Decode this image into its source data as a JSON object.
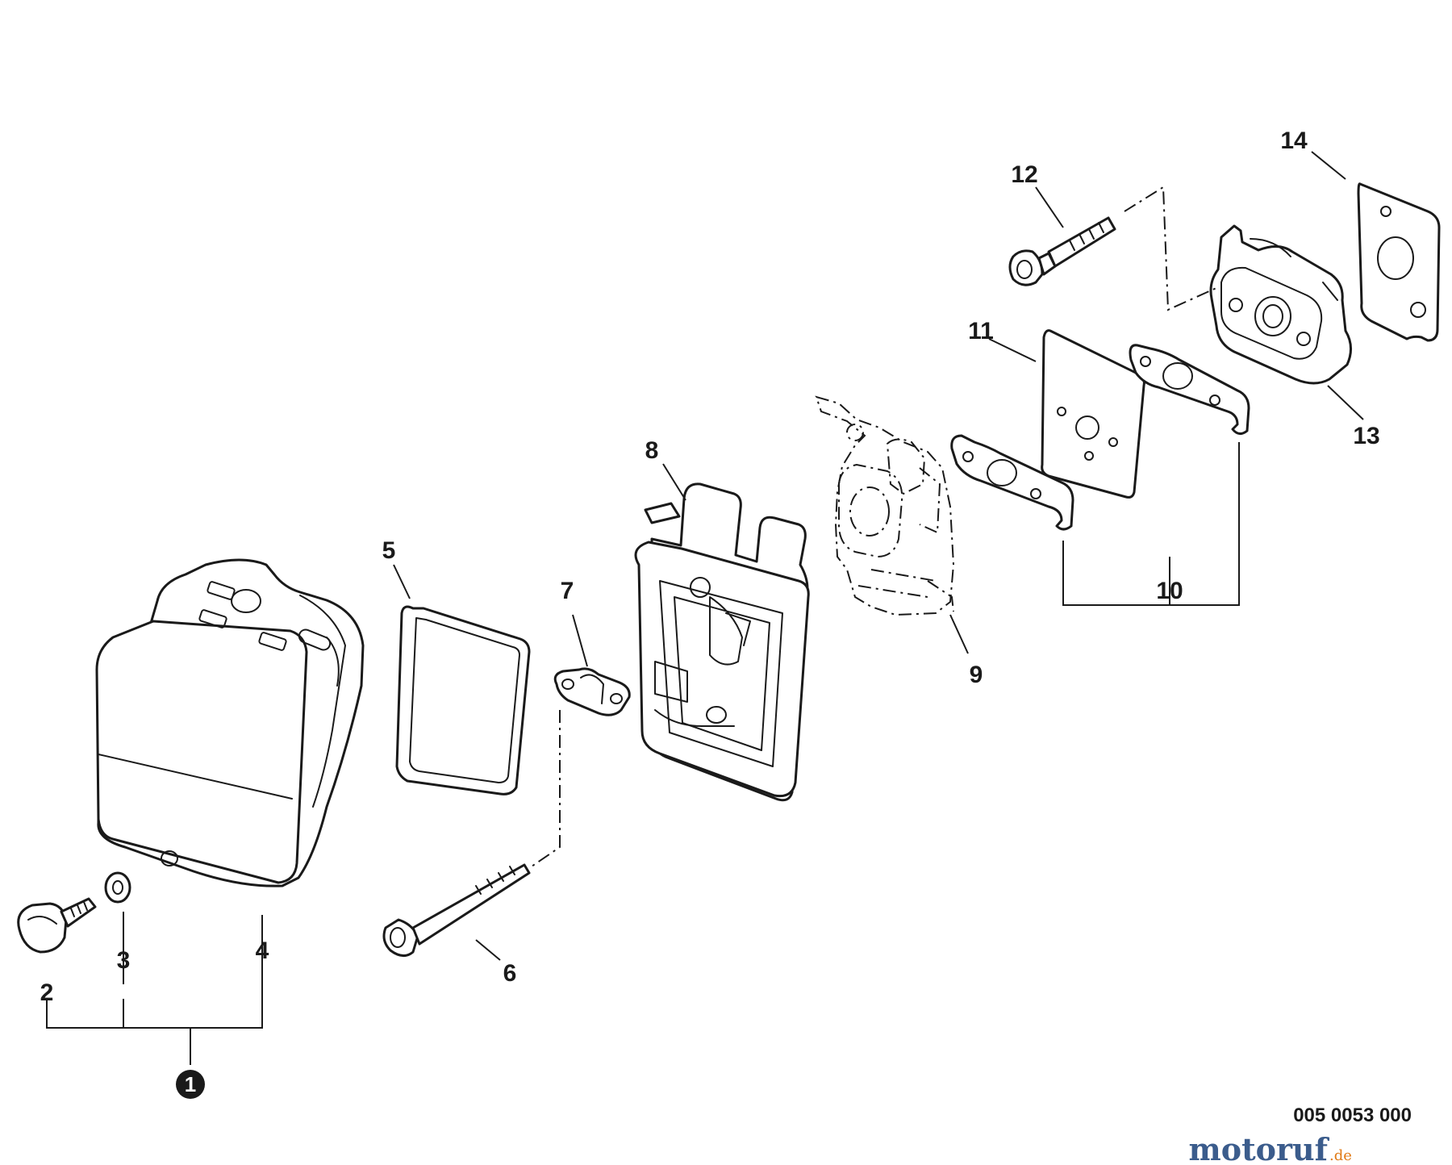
{
  "diagram": {
    "callouts": [
      {
        "id": "kit",
        "label": "1"
      },
      {
        "id": "p2",
        "label": "2"
      },
      {
        "id": "p3",
        "label": "3"
      },
      {
        "id": "p4",
        "label": "4"
      },
      {
        "id": "p5",
        "label": "5"
      },
      {
        "id": "p6",
        "label": "6"
      },
      {
        "id": "p7",
        "label": "7"
      },
      {
        "id": "p8",
        "label": "8"
      },
      {
        "id": "p9",
        "label": "9"
      },
      {
        "id": "p10",
        "label": "10"
      },
      {
        "id": "p11",
        "label": "11"
      },
      {
        "id": "p12",
        "label": "12"
      },
      {
        "id": "p13",
        "label": "13"
      },
      {
        "id": "p14",
        "label": "14"
      }
    ],
    "drawing_code": "005 0053 000",
    "watermark": {
      "main": "motoruf",
      "suffix": ".de"
    },
    "colors": {
      "line": "#1a1a1a",
      "watermark_main": "#3b5c8c",
      "watermark_suffix": "#e07a16"
    }
  }
}
